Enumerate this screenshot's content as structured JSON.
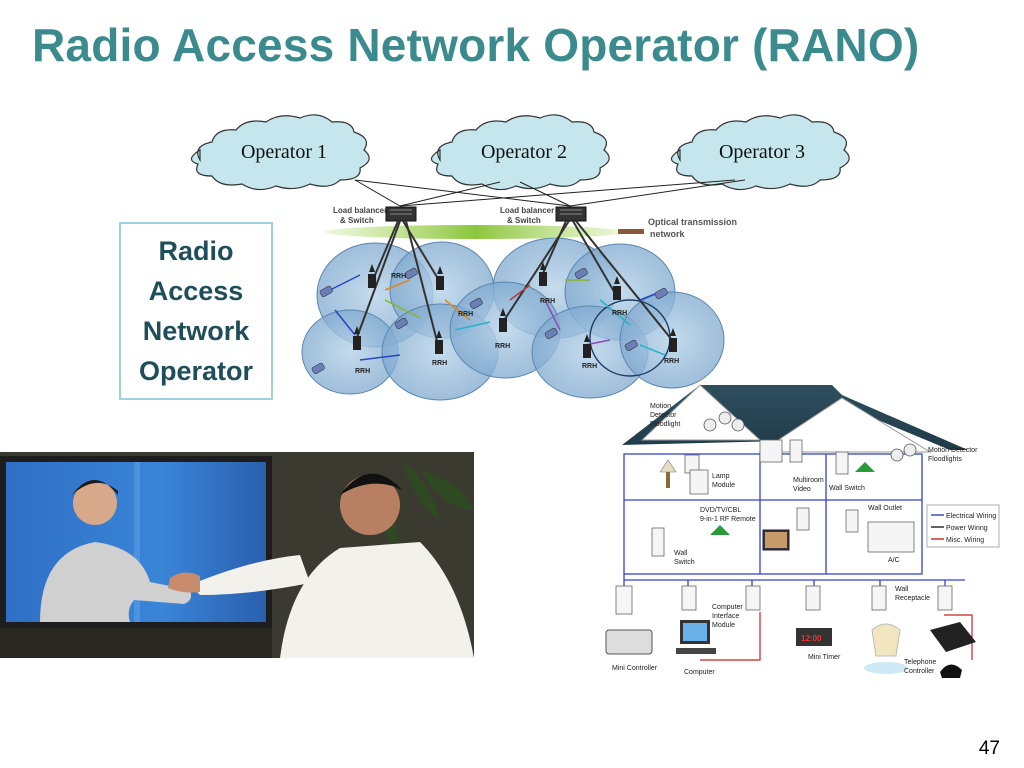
{
  "slide": {
    "title": "Radio Access Network Operator (RANO)",
    "page_number": "47"
  },
  "operators": [
    {
      "label": "Operator 1"
    },
    {
      "label": "Operator 2"
    },
    {
      "label": "Operator 3"
    }
  ],
  "network": {
    "load_balancer_label_1": "Load balancer",
    "load_balancer_label_2": "& Switch",
    "optical_label_1": "Optical transmission",
    "optical_label_2": "network",
    "rrh_label": "RRH"
  },
  "ran_box": {
    "lines": [
      "Radio",
      "Access",
      "Network",
      "Operator"
    ]
  },
  "home": {
    "labels": {
      "motion_floodlight_left": [
        "Motion",
        "Detector",
        "Floodlight"
      ],
      "motion_floodlight_right": [
        "Motion Detector",
        "Floodlights"
      ],
      "lamp_module": [
        "Lamp",
        "Module"
      ],
      "multiroom_video": [
        "Multiroom",
        "Video"
      ],
      "wall_switch_top": "Wall Switch",
      "wall_outlet": "Wall Outlet",
      "dvd": [
        "DVD/TV/CBL",
        "9-in-1 RF Remote"
      ],
      "wall_switch_left": [
        "Wall",
        "Switch"
      ],
      "ac": "A/C",
      "computer_interface": [
        "Computer",
        "Interface",
        "Module"
      ],
      "wall_receptacle": [
        "Wall",
        "Receptacle"
      ],
      "mini_timer": "Mini Timer",
      "mini_controller": "Mini Controller",
      "computer": "Computer",
      "telephone_controller": [
        "Telephone",
        "Controller"
      ]
    },
    "legend": [
      {
        "label": "Electrical Wiring",
        "color": "#3344cc"
      },
      {
        "label": "Power Wiring",
        "color": "#222222"
      },
      {
        "label": "Misc. Wiring",
        "color": "#cc2222"
      }
    ]
  }
}
